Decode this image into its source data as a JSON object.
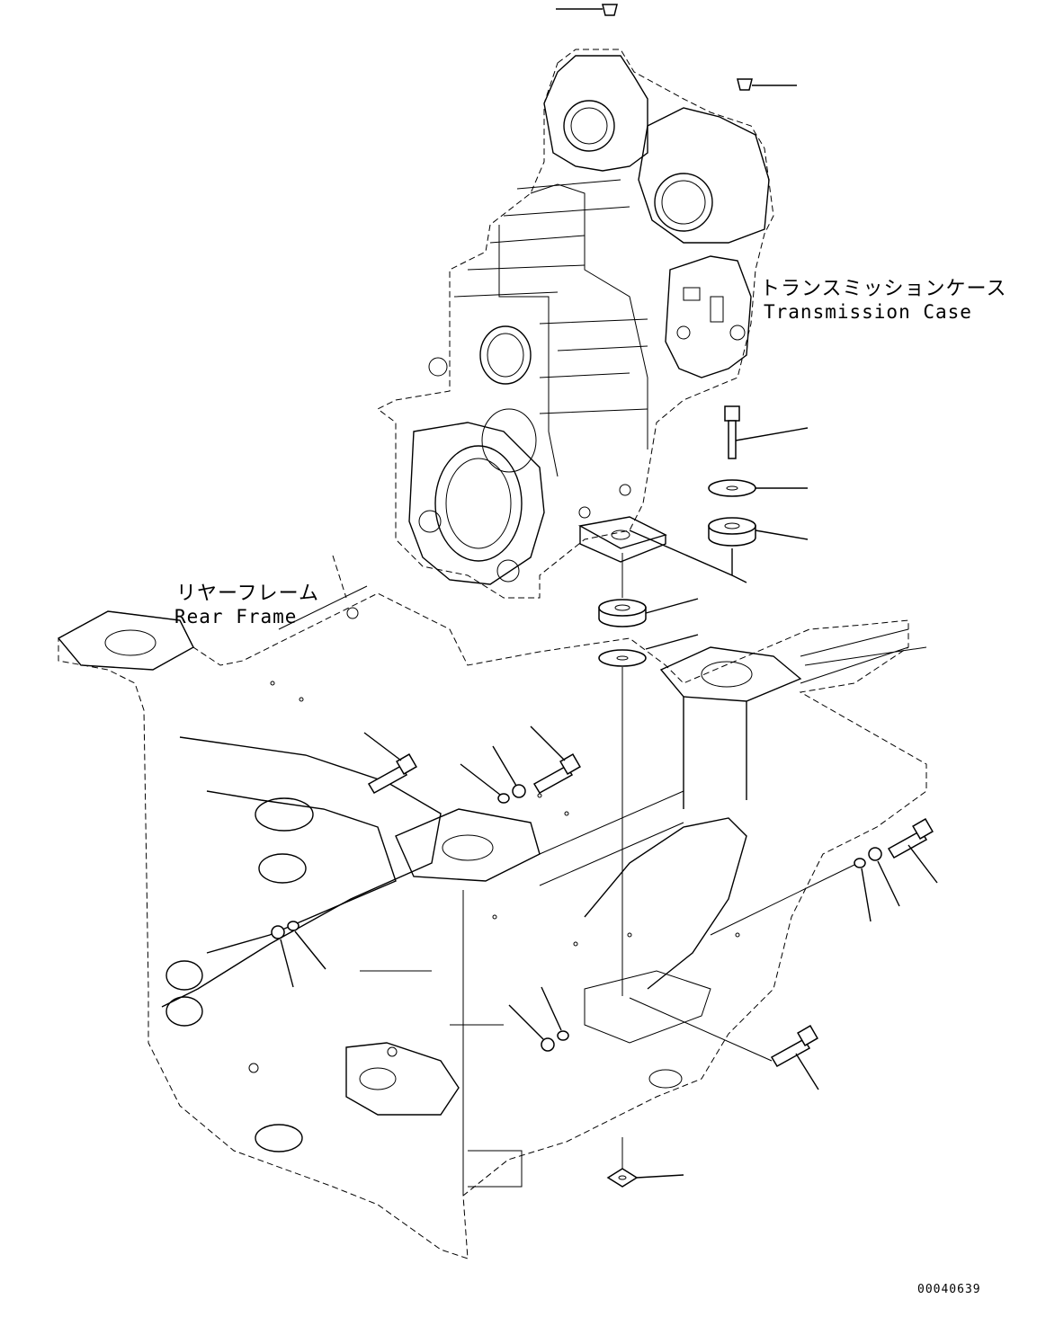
{
  "labels": {
    "transmission_case_jp": "トランスミッションケース",
    "transmission_case_en": "Transmission Case",
    "rear_frame_jp": "リヤーフレーム",
    "rear_frame_en": "Rear Frame",
    "drawing_number": "00040639"
  },
  "icons": [
    "cap-plug-icon",
    "bolt-icon",
    "washer-icon",
    "rubber-mount-icon",
    "nut-icon",
    "plate-icon"
  ],
  "colors": {
    "line": "#000000",
    "background": "#ffffff"
  }
}
